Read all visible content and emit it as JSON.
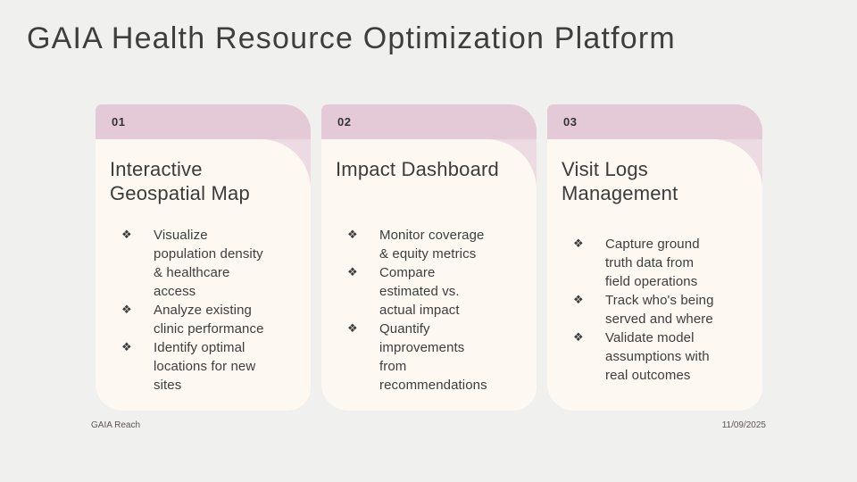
{
  "slide": {
    "title": "GAIA Health Resource Optimization Platform",
    "bullet_glyph": "❖",
    "colors": {
      "background": "#f0f0ef",
      "band_pink": "#e3cad6",
      "corner_pink": "#eddbe3",
      "card_cream": "#fdf9f2",
      "text_dark": "#3d3d3d"
    },
    "cards": [
      {
        "number": "01",
        "title_lines": [
          "Interactive",
          "Geospatial Map"
        ],
        "bullets": [
          [
            "Visualize",
            "population density",
            "& healthcare",
            "access"
          ],
          [
            "Analyze existing",
            "clinic performance"
          ],
          [
            "Identify optimal",
            "locations for new",
            "sites"
          ]
        ]
      },
      {
        "number": "02",
        "title_lines": [
          "Impact Dashboard"
        ],
        "bullets": [
          [
            "Monitor coverage",
            "& equity metrics"
          ],
          [
            "Compare",
            "estimated vs.",
            "actual impact"
          ],
          [
            "Quantify",
            "improvements",
            "from",
            "recommendations"
          ]
        ]
      },
      {
        "number": "03",
        "title_lines": [
          "Visit Logs",
          "Management"
        ],
        "bullets": [
          [
            "Capture ground",
            "truth data from",
            "field operations"
          ],
          [
            "Track who's being",
            "served and where"
          ],
          [
            "Validate model",
            "assumptions with",
            "real outcomes"
          ]
        ]
      }
    ],
    "footer": {
      "left": "GAIA Reach",
      "right": "11/09/2025"
    }
  }
}
